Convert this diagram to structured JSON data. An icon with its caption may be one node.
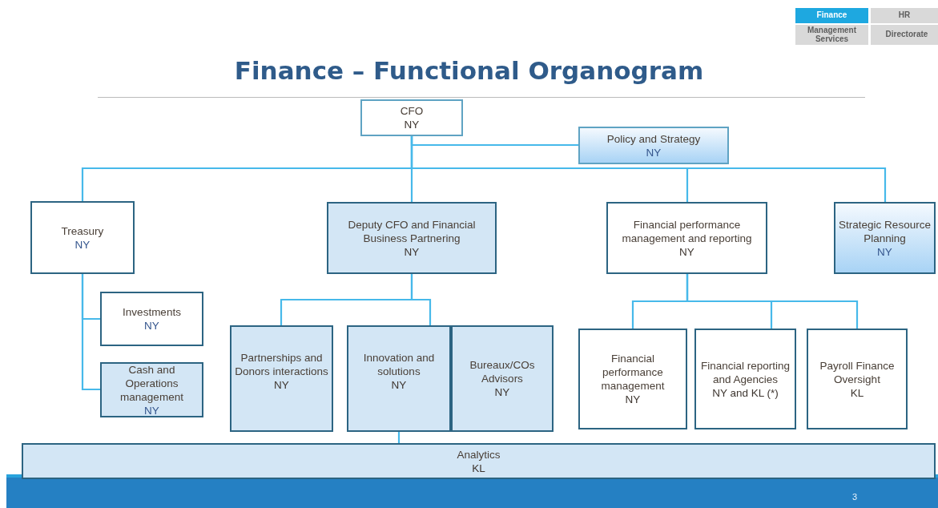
{
  "diagram": {
    "title": "Finance – Functional Organogram",
    "nodes": [
      {
        "text": [
          "Finance"
        ]
      },
      {
        "text": [
          "HR"
        ]
      },
      {
        "text": [
          "Management Services"
        ]
      },
      {
        "text": [
          "Directorate"
        ]
      },
      {
        "text": [
          "CFO",
          "NY"
        ]
      },
      {
        "text": [
          "Policy and Strategy",
          "NY"
        ]
      },
      {
        "text": [
          "Treasury",
          "NY"
        ]
      },
      {
        "text": [
          "Deputy CFO and Financial Business Partnering",
          "NY"
        ]
      },
      {
        "text": [
          "Financial performance management and reporting",
          "NY"
        ]
      },
      {
        "text": [
          "Strategic Resource Planning",
          "NY"
        ]
      },
      {
        "text": [
          "Investments",
          "NY"
        ]
      },
      {
        "text": [
          "Cash and Operations management",
          "NY"
        ]
      },
      {
        "text": [
          "Partnerships and Donors interactions",
          "NY"
        ]
      },
      {
        "text": [
          "Innovation and solutions",
          "NY"
        ]
      },
      {
        "text": [
          "Bureaux/COs Advisors",
          "NY"
        ]
      },
      {
        "text": [
          "Financial performance management",
          "NY"
        ]
      },
      {
        "text": [
          "Financial reporting and Agencies",
          "NY and KL (*)"
        ]
      },
      {
        "text": [
          "Payroll Finance Oversight",
          "KL"
        ]
      },
      {
        "text": [
          "Analytics",
          "KL"
        ]
      }
    ],
    "edges": [
      {
        "from": 4,
        "to": 5,
        "arrow": "none"
      },
      {
        "from": 4,
        "to": 6,
        "arrow": "none"
      },
      {
        "from": 4,
        "to": 7,
        "arrow": "none"
      },
      {
        "from": 4,
        "to": 8,
        "arrow": "none"
      },
      {
        "from": 4,
        "to": 9,
        "arrow": "none"
      },
      {
        "from": 6,
        "to": 10,
        "arrow": "none"
      },
      {
        "from": 6,
        "to": 11,
        "arrow": "none"
      },
      {
        "from": 7,
        "to": 12,
        "arrow": "none"
      },
      {
        "from": 7,
        "to": 13,
        "arrow": "none"
      },
      {
        "from": 8,
        "to": 15,
        "arrow": "none"
      },
      {
        "from": 8,
        "to": 16,
        "arrow": "none"
      },
      {
        "from": 8,
        "to": 17,
        "arrow": "none"
      },
      {
        "from": 13,
        "to": 18,
        "arrow": "none"
      }
    ],
    "labels": [
      "3"
    ]
  }
}
